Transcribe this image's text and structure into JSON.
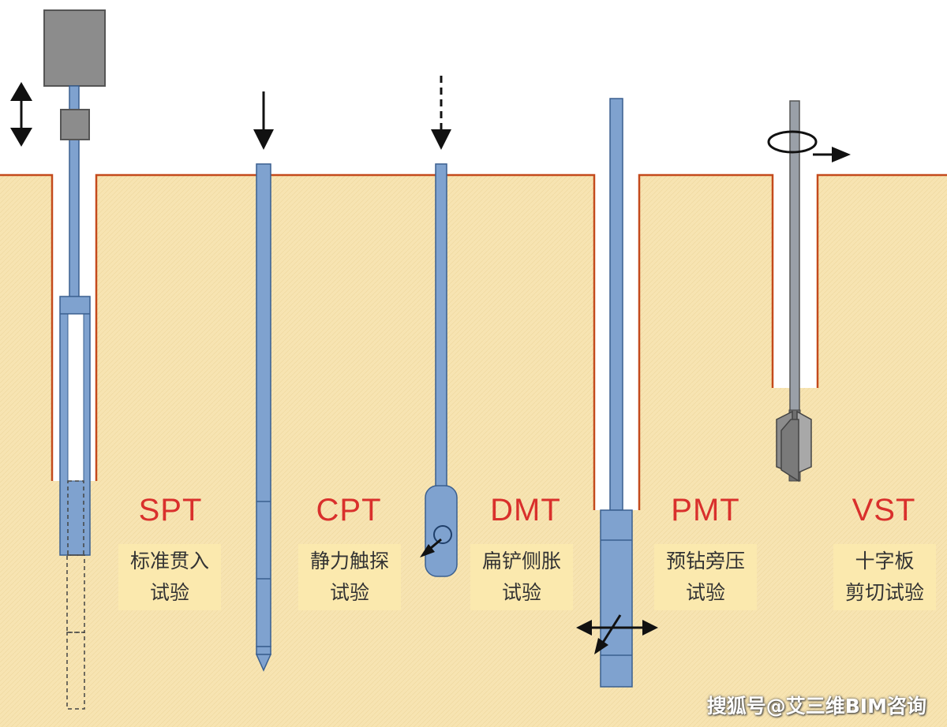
{
  "tests": [
    {
      "code": "SPT",
      "name_line1": "标准贯入",
      "name_line2": "试验"
    },
    {
      "code": "CPT",
      "name_line1": "静力触探",
      "name_line2": "试验"
    },
    {
      "code": "DMT",
      "name_line1": "扁铲侧胀",
      "name_line2": "试验"
    },
    {
      "code": "PMT",
      "name_line1": "预钻旁压",
      "name_line2": "试验"
    },
    {
      "code": "VST",
      "name_line1": "十字板",
      "name_line2": "剪切试验"
    }
  ],
  "watermark": "搜狐号@艾三维BIM咨询",
  "colors": {
    "soil": "#f7e4b2",
    "borehole_line": "#c44a1c",
    "rod": "#7fa2cf",
    "rod_outline": "#3a5f8f",
    "label_red": "#d9302c",
    "label_bg": "#fbe9ae"
  },
  "icons": [
    "double-arrow-icon",
    "down-arrow-icon",
    "dashed-down-arrow-icon",
    "rotation-arrow-icon",
    "expansion-arrows-icon"
  ]
}
